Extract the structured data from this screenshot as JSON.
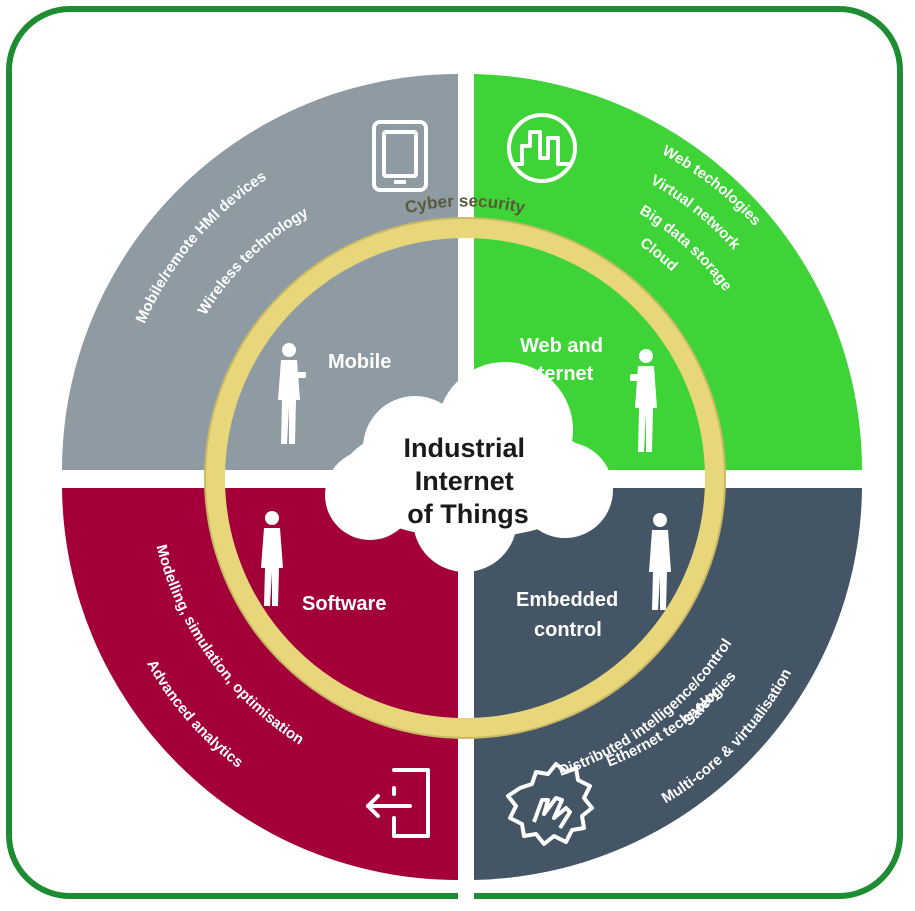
{
  "center": {
    "lines": [
      "Industrial",
      "Internet",
      "of Things"
    ]
  },
  "ring": {
    "label": "Cyber security",
    "color": "#e8d77a"
  },
  "quadrants": {
    "mobile": {
      "title": [
        "Mobile"
      ],
      "color": "#8e9ba2",
      "icon": "tablet-icon",
      "items": [
        "Mobile/remote HMI devices",
        "Wireless technology"
      ]
    },
    "web": {
      "title": [
        "Web and",
        "Internet"
      ],
      "color": "#3ed336",
      "icon": "cloud-city-icon",
      "items": [
        "Web techologies",
        "Virtual network",
        "Big data storage",
        "Cloud"
      ]
    },
    "software": {
      "title": [
        "Software"
      ],
      "color": "#a3003a",
      "icon": "login-door-icon",
      "items": [
        "Modelling, simulation, optimisation",
        "Advanced analytics"
      ]
    },
    "embedded": {
      "title": [
        "Embedded",
        "control"
      ],
      "color": "#445566",
      "icon": "gear-hand-icon",
      "items": [
        "Distributed intelligence/control",
        "Ethernet technologies",
        "Safety",
        "Multi-core & virtualisation"
      ]
    }
  },
  "frame_color": "#1e8c32"
}
